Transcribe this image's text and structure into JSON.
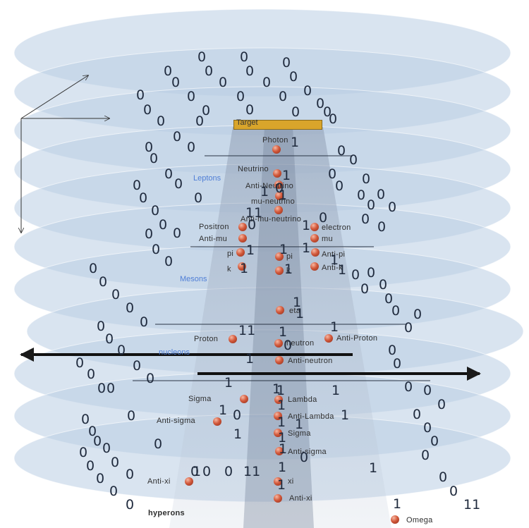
{
  "target_label": "Target",
  "sections": {
    "leptons": "Leptons",
    "mesons": "Mesons",
    "nucleons": "nucleons",
    "hyperons": "hyperons"
  },
  "particles": [
    {
      "label": "Photon"
    },
    {
      "label": "Neutrino"
    },
    {
      "label": "Anti-Neutrino"
    },
    {
      "label": "mu-neutrino"
    },
    {
      "label": "Anti-mu-neutrino"
    },
    {
      "label": "Positron"
    },
    {
      "label": "electron"
    },
    {
      "label": "Anti-mu"
    },
    {
      "label": "mu"
    },
    {
      "label": "pi"
    },
    {
      "label": "pi"
    },
    {
      "label": "Anti-pi"
    },
    {
      "label": "k"
    },
    {
      "label": "k"
    },
    {
      "label": "Anti-k"
    },
    {
      "label": "eta"
    },
    {
      "label": "Proton"
    },
    {
      "label": "neutron"
    },
    {
      "label": "Anti-Proton"
    },
    {
      "label": "Anti-neutron"
    },
    {
      "label": "Sigma"
    },
    {
      "label": "Lambda"
    },
    {
      "label": "Anti-Lambda"
    },
    {
      "label": "Anti-sigma"
    },
    {
      "label": "Sigma"
    },
    {
      "label": "Anti-sigma"
    },
    {
      "label": "Anti-xi"
    },
    {
      "label": "xi"
    },
    {
      "label": "Anti-xi"
    },
    {
      "label": "Omega"
    }
  ],
  "digits": [
    "0",
    "0",
    "0",
    "0",
    "0",
    "0",
    "0",
    "0",
    "0",
    "0",
    "0",
    "0",
    "0",
    "0",
    "0",
    "0",
    "0",
    "0",
    "0",
    "0",
    "0",
    "0",
    "0",
    "0",
    "0",
    "0",
    "0",
    "0",
    "0",
    "0",
    "0",
    "0",
    "0",
    "0",
    "0",
    "0",
    "0",
    "0",
    "0",
    "0",
    "0",
    "0",
    "0",
    "0",
    "0",
    "0",
    "0",
    "0",
    "0",
    "0",
    "0",
    "0",
    "0",
    "0",
    "0",
    "0",
    "0",
    "0",
    "0",
    "0",
    "0",
    "0",
    "0",
    "0",
    "0",
    "0",
    "0",
    "0",
    "0",
    "0",
    "0",
    "0",
    "0",
    "0",
    "0",
    "0",
    "0",
    "0",
    "0",
    "0",
    "0",
    "0",
    "0",
    "0",
    "0",
    "0",
    "0",
    "0",
    "0",
    "0",
    "0",
    "0",
    "0",
    "0",
    "0",
    "0",
    "11",
    "1",
    "1",
    "0",
    "1",
    "1",
    "11",
    "0",
    "1",
    "0",
    "1",
    "1",
    "1",
    "1",
    "1",
    "1",
    "1",
    "1",
    "11",
    "1",
    "1",
    "0",
    "1",
    "1",
    "1",
    "1",
    "1",
    "1",
    "1",
    "1",
    "1",
    "1",
    "1",
    "1",
    "1",
    "1",
    "1",
    "0",
    "1",
    "1",
    "1",
    "0",
    "0",
    "0",
    "0",
    "11",
    "1"
  ],
  "colors": {
    "disc_fill": "#b9cde4",
    "beam": "#7f8fa5",
    "arrow": "#1a1a1a",
    "particle": "#c8502f",
    "target": "#d9a52b"
  }
}
